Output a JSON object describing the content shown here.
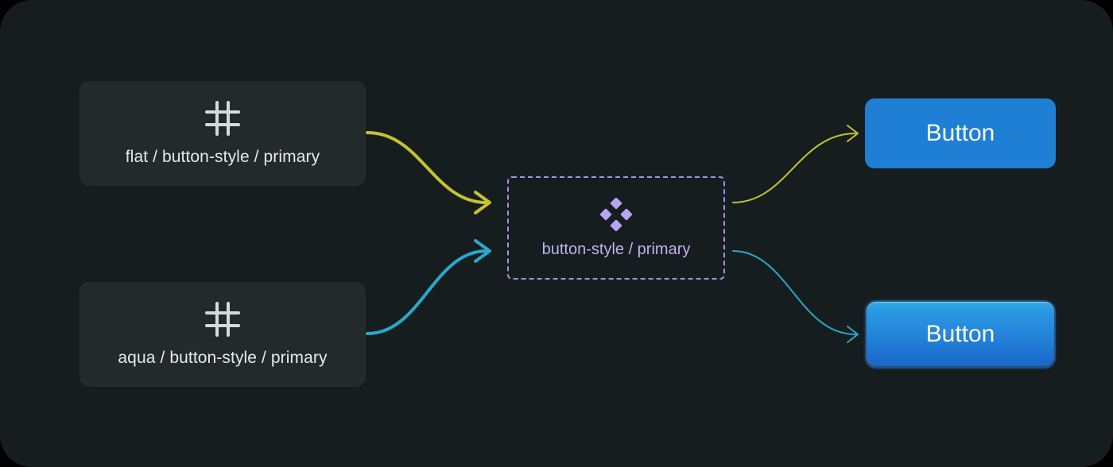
{
  "canvas": {
    "background_color": "#161d1f",
    "page_background_color": "#000000"
  },
  "source_cards": [
    {
      "id": "flat",
      "icon": "hash-icon",
      "label": "flat / button-style / primary",
      "background_color": "#222a2c",
      "text_color": "#e8eaea"
    },
    {
      "id": "aqua",
      "icon": "hash-icon",
      "label": "aqua / button-style / primary",
      "background_color": "#222a2c",
      "text_color": "#e8eaea"
    }
  ],
  "center_node": {
    "icon": "diamond-cluster-icon",
    "label": "button-style / primary",
    "border_color": "#a88ef0",
    "border_style": "dashed",
    "text_color": "#bfb3f2"
  },
  "outputs": [
    {
      "id": "flat",
      "label": "Button",
      "style": "flat",
      "fill_color": "#1f7fd4",
      "text_color": "#ffffff"
    },
    {
      "id": "aqua",
      "label": "Button",
      "style": "aqua-gloss",
      "fill_color": "#2382d8",
      "highlight_color": "#2fa8e8",
      "text_color": "#ffffff"
    }
  ],
  "edges": [
    {
      "id": "flat-in",
      "from": "flat-card",
      "to": "center-node",
      "color": "#c4c42e",
      "width": 4,
      "arrowhead": true
    },
    {
      "id": "aqua-in",
      "from": "aqua-card",
      "to": "center-node",
      "color": "#29a8cc",
      "width": 4,
      "arrowhead": true
    },
    {
      "id": "flat-out",
      "from": "center-node",
      "to": "flat-button",
      "color": "#c4c42e",
      "width": 2,
      "arrowhead": true
    },
    {
      "id": "aqua-out",
      "from": "center-node",
      "to": "aqua-button",
      "color": "#29a8cc",
      "width": 2,
      "arrowhead": true
    }
  ]
}
